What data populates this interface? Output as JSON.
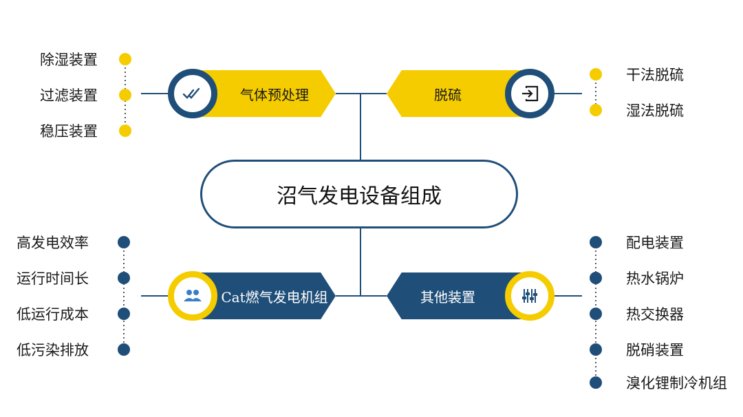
{
  "center_title": "沼气发电设备组成",
  "modules": {
    "top_left": {
      "label": "气体预处理",
      "icon": "double-check-icon",
      "items": [
        "除湿装置",
        "过滤装置",
        "稳压装置"
      ]
    },
    "top_right": {
      "label": "脱硫",
      "icon": "login-icon",
      "items": [
        "干法脱硫",
        "湿法脱硫"
      ]
    },
    "bottom_left": {
      "label": "Cat燃气发电机组",
      "icon": "people-icon",
      "items": [
        "高发电效率",
        "运行时间长",
        "低运行成本",
        "低污染排放"
      ]
    },
    "bottom_right": {
      "label": "其他装置",
      "icon": "equalizer-icon",
      "items": [
        "配电装置",
        "热水锅炉",
        "热交换器",
        "脱硝装置",
        "溴化锂制冷机组"
      ]
    }
  },
  "colors": {
    "navy": "#1f4e79",
    "yellow": "#f5cc00",
    "line": "#1f4e79"
  }
}
